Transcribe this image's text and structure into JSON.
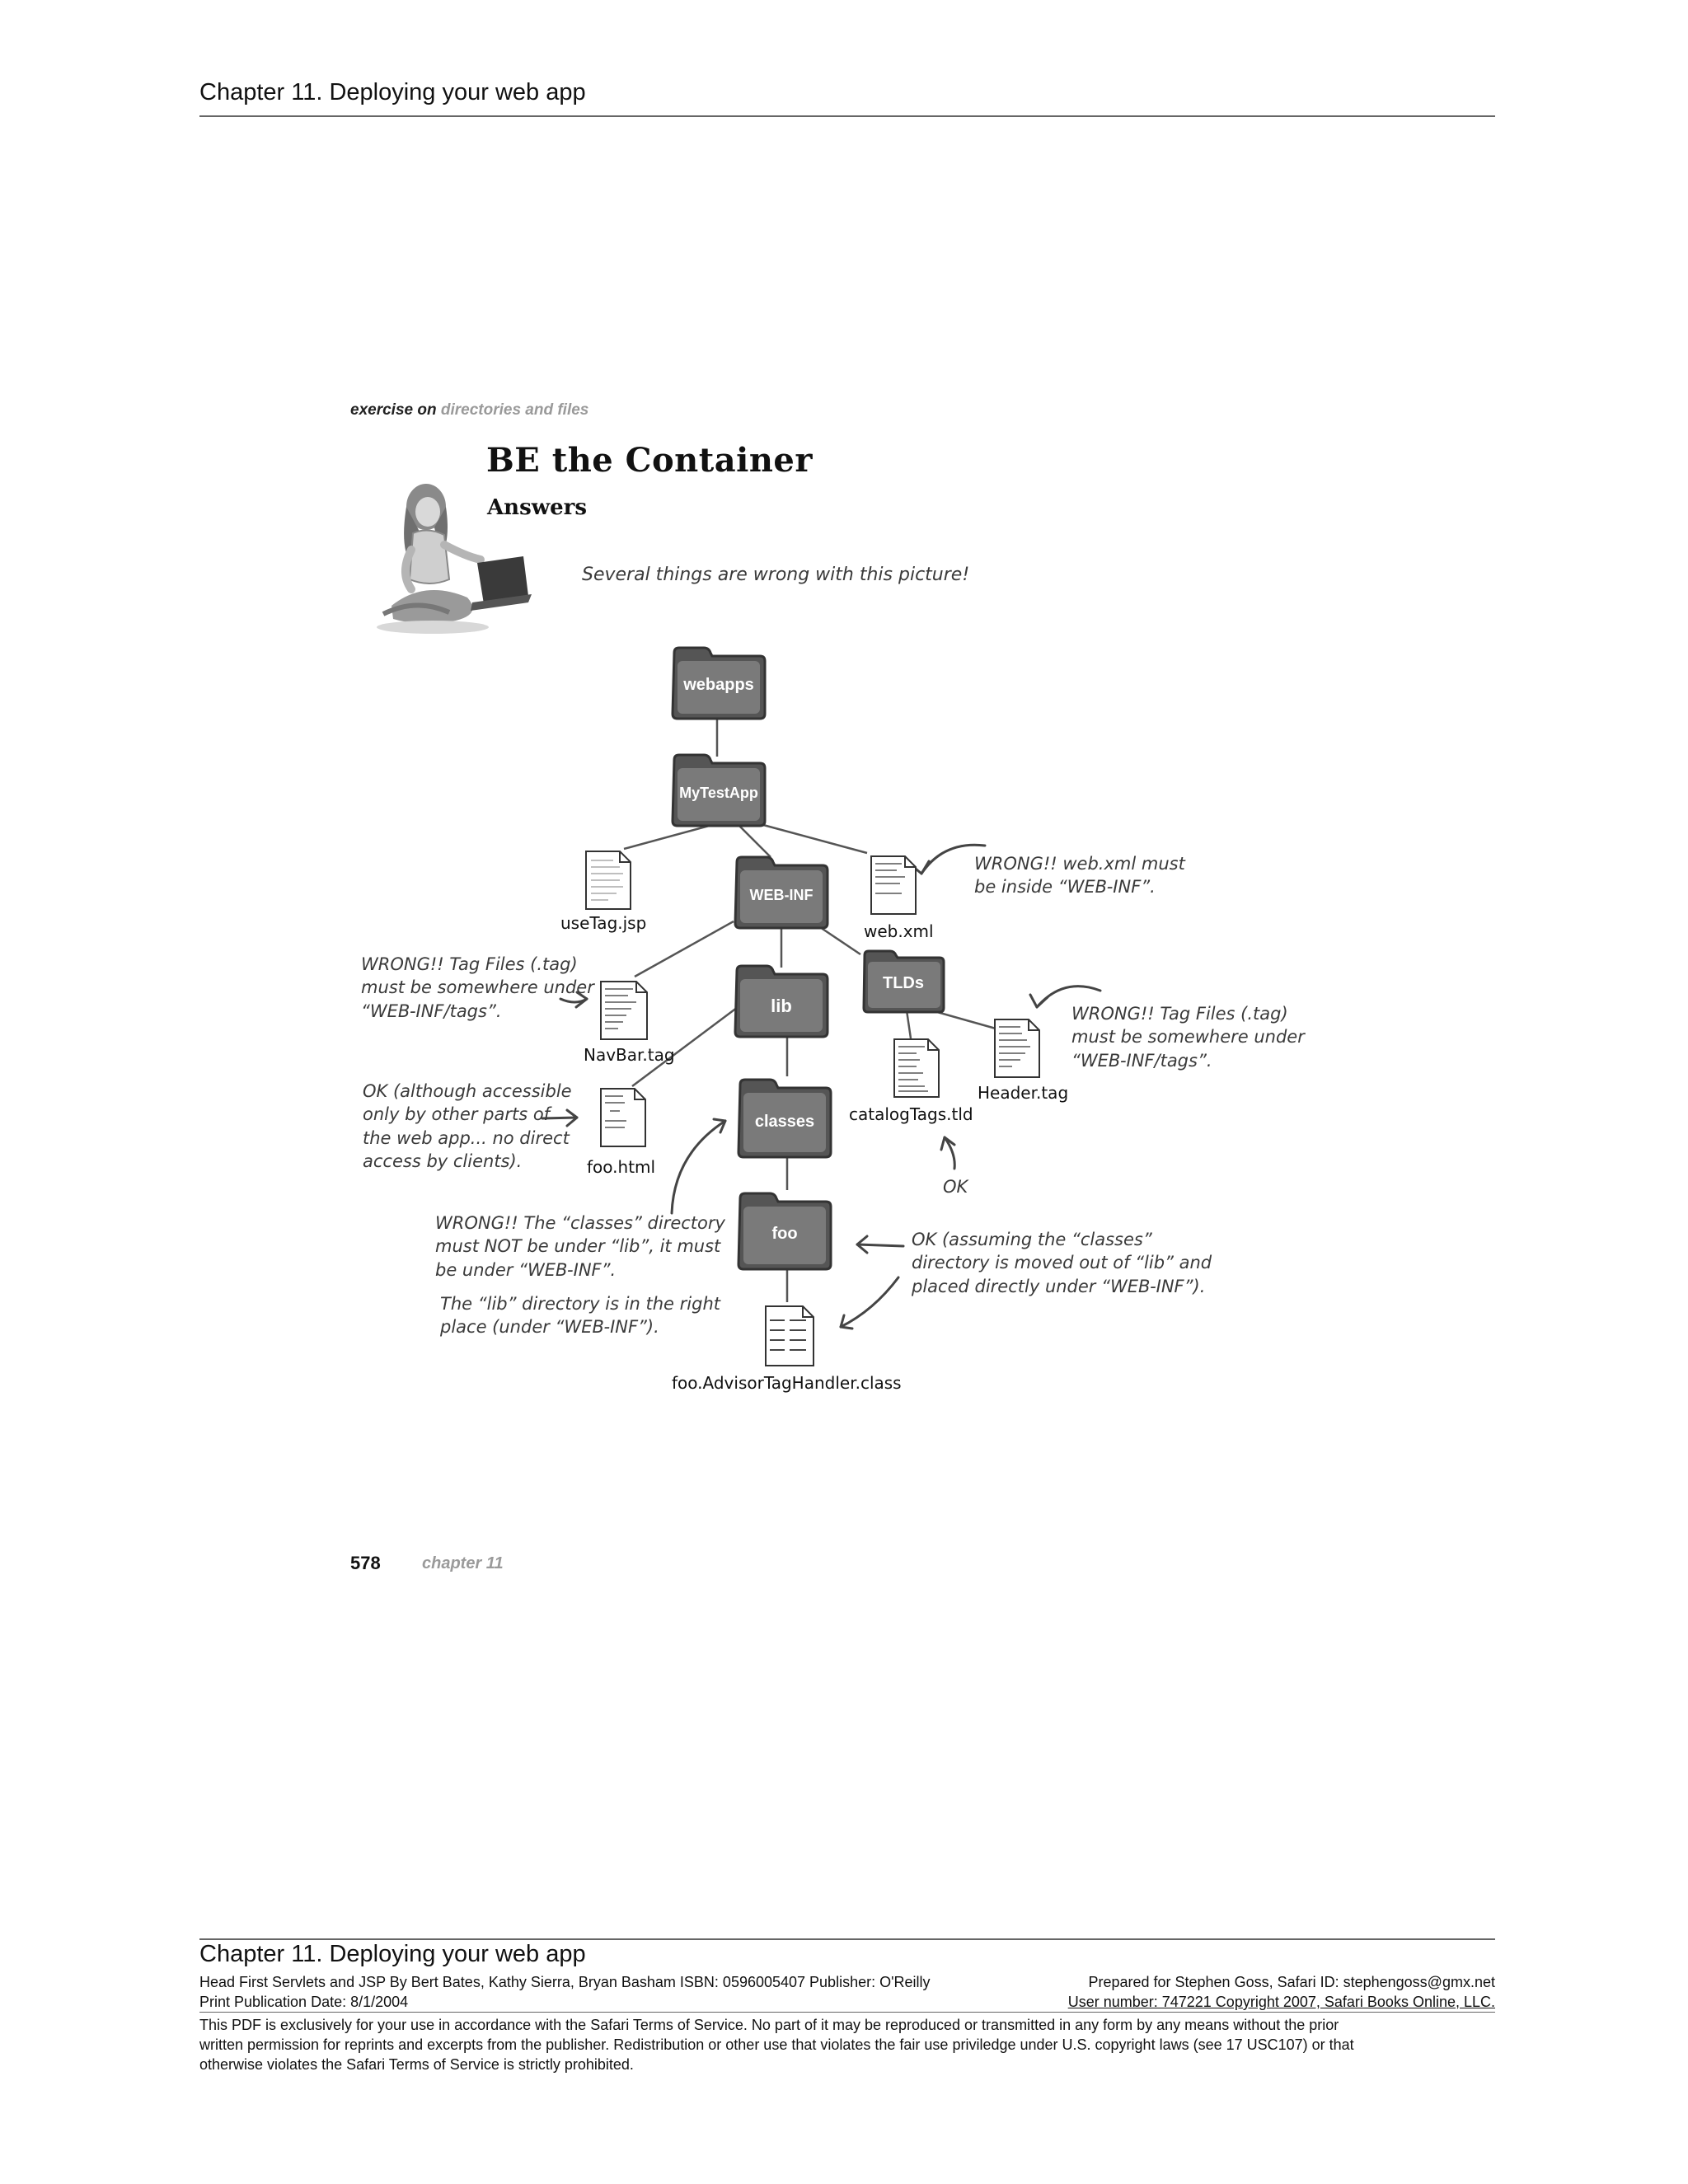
{
  "header": {
    "chapter_title": "Chapter 11. Deploying your web app"
  },
  "exercise_label": {
    "lead": "exercise on",
    "topic": "directories and files"
  },
  "title": "BE the Container",
  "subtitle": "Answers",
  "intro_note": "Several things are wrong with this picture!",
  "folders": {
    "webapps": "webapps",
    "mytestapp": "MyTestApp",
    "webinf": "WEB-INF",
    "lib": "lib",
    "tlds": "TLDs",
    "classes": "classes",
    "foo": "foo"
  },
  "files": {
    "usetag": "useTag.jsp",
    "webxml": "web.xml",
    "navbar": "NavBar.tag",
    "foohtml": "foo.html",
    "catalog": "catalogTags.tld",
    "header": "Header.tag",
    "classfile": "foo.AdvisorTagHandler.class"
  },
  "annotations": {
    "webxml_wrong": [
      "WRONG!! web.xml must",
      "be inside “WEB-INF”."
    ],
    "navbar_wrong": [
      "WRONG!! Tag Files (.tag)",
      "must be somewhere under",
      "“WEB-INF/tags”."
    ],
    "header_wrong": [
      "WRONG!! Tag Files (.tag)",
      "must be somewhere under",
      "“WEB-INF/tags”."
    ],
    "foohtml_ok": [
      "OK (although accessible",
      "only by other parts of",
      "the web app... no direct",
      "access by clients)."
    ],
    "classes_wrong": [
      "WRONG!! The “classes” directory",
      "must NOT be under “lib”, it must",
      "be under “WEB-INF”."
    ],
    "lib_ok": [
      "The “lib” directory is in the right",
      "place (under “WEB-INF”)."
    ],
    "catalog_ok": "OK",
    "foo_ok": [
      "OK (assuming the “classes”",
      "directory is moved out of “lib” and",
      "placed directly under “WEB-INF”)."
    ]
  },
  "page_number": "578",
  "chapter_ref": "chapter 11",
  "footer": {
    "chapter_title": "Chapter 11. Deploying your web app",
    "book_info": "Head First Servlets and JSP By Bert Bates, Kathy Sierra, Bryan Basham ISBN: 0596005407 Publisher: O'Reilly",
    "prepared_for": "Prepared for Stephen Goss, Safari ID: stephengoss@gmx.net",
    "print_date": "Print Publication Date: 8/1/2004",
    "user_number": "User number: 747221 Copyright 2007, Safari Books Online, LLC.",
    "legal": [
      "This PDF is exclusively for your use in accordance with the Safari Terms of Service. No part of it may be reproduced or transmitted in any form by any means without the prior",
      "written permission for reprints and excerpts from the publisher. Redistribution or other use that violates the fair use priviledge under U.S. copyright laws (see 17 USC107) or that",
      "otherwise violates the Safari Terms of Service is strictly prohibited."
    ]
  }
}
